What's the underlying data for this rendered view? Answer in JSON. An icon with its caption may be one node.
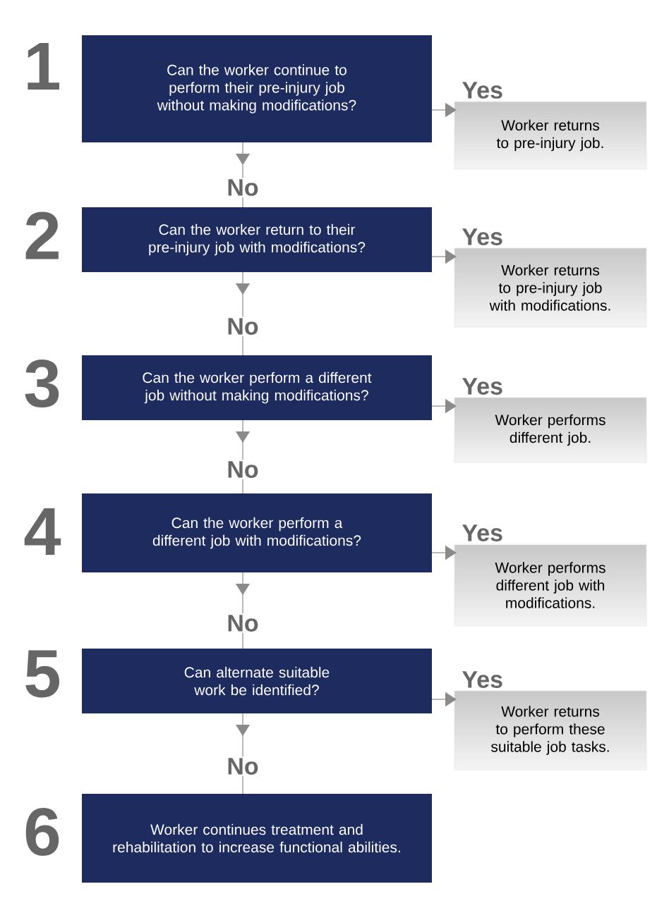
{
  "diagram": {
    "nodes": [
      {
        "text": [
          "Can the worker continue to perform their pre-injury job without making modifications?"
        ]
      },
      {
        "text": [
          "Worker returns to pre-injury job."
        ]
      },
      {
        "text": [
          "Can the worker return to their pre-injury job with modifications?"
        ]
      },
      {
        "text": [
          "Worker returns to pre-injury job with modifications."
        ]
      },
      {
        "text": [
          "Can the worker perform a different job without making modifications?"
        ]
      },
      {
        "text": [
          "Worker performs different job."
        ]
      },
      {
        "text": [
          "Can the worker perform a different job with modifications?"
        ]
      },
      {
        "text": [
          "Worker performs different job with modifications."
        ]
      },
      {
        "text": [
          "Can alternate suitable work be identified?"
        ]
      },
      {
        "text": [
          "Worker returns to perform these suitable job tasks."
        ]
      },
      {
        "text": [
          "Worker continues treatment and rehabilitation to increase functional abilities."
        ]
      }
    ],
    "edges": [
      {
        "from": 0,
        "to": 1,
        "arrow": "to",
        "label": "Yes"
      },
      {
        "from": 0,
        "to": 2,
        "arrow": "to",
        "label": "No"
      },
      {
        "from": 2,
        "to": 3,
        "arrow": "to",
        "label": "Yes"
      },
      {
        "from": 2,
        "to": 4,
        "arrow": "to",
        "label": "No"
      },
      {
        "from": 4,
        "to": 5,
        "arrow": "to",
        "label": "Yes"
      },
      {
        "from": 4,
        "to": 6,
        "arrow": "to",
        "label": "No"
      },
      {
        "from": 6,
        "to": 7,
        "arrow": "to",
        "label": "Yes"
      },
      {
        "from": 6,
        "to": 8,
        "arrow": "to",
        "label": "No"
      },
      {
        "from": 8,
        "to": 9,
        "arrow": "to",
        "label": "Yes"
      },
      {
        "from": 8,
        "to": 10,
        "arrow": "to",
        "label": "No"
      }
    ],
    "labels": [
      "1",
      "2",
      "3",
      "4",
      "5",
      "6"
    ]
  }
}
